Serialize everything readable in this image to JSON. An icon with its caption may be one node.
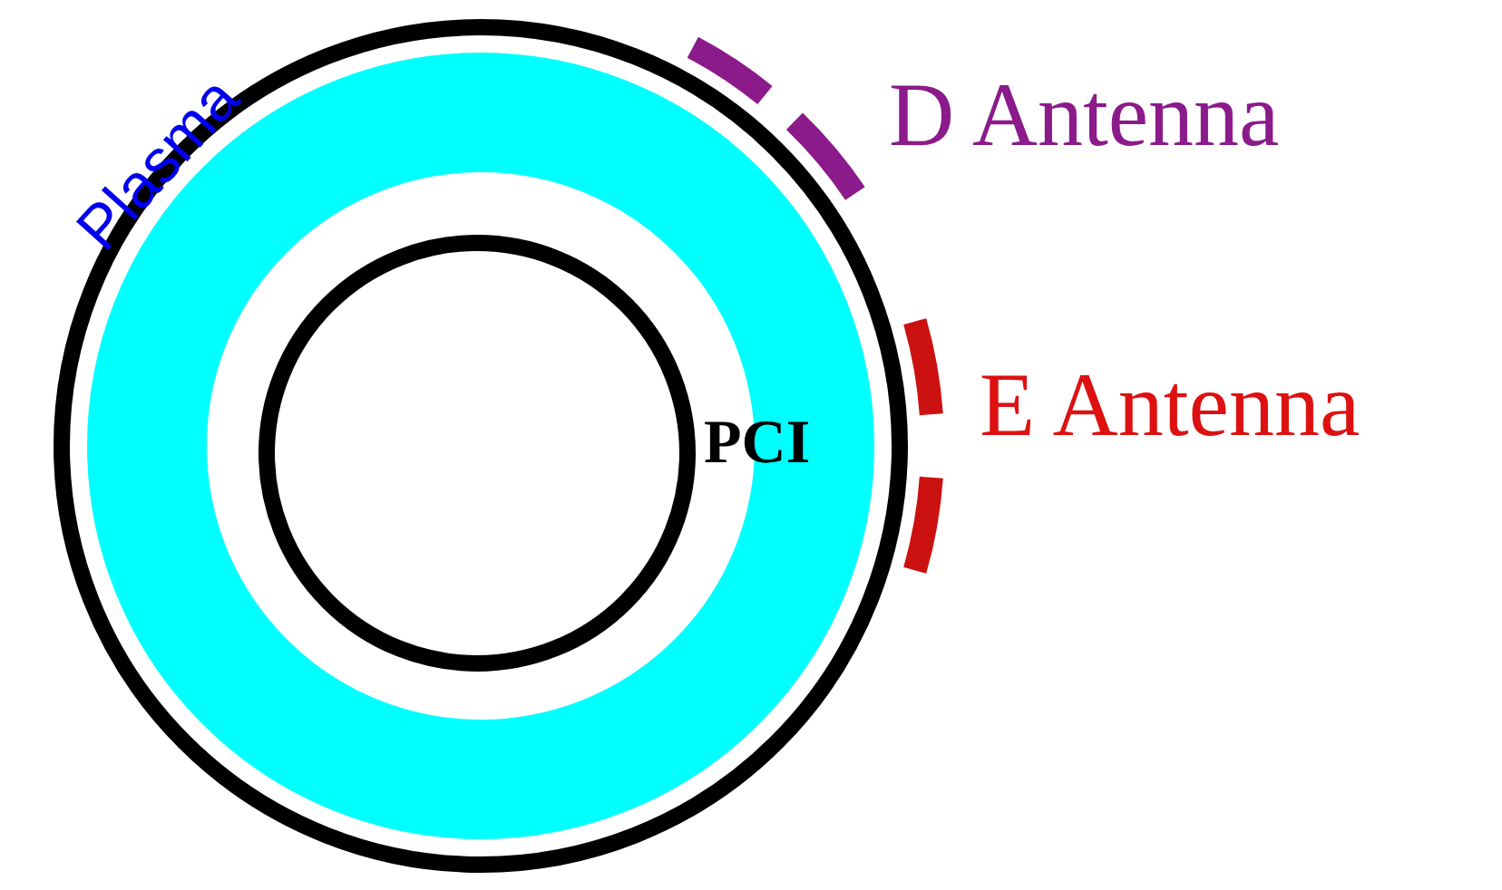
{
  "diagram": {
    "labels": [
      "Plasma",
      "PCI",
      "D Antenna",
      "E Antenna"
    ]
  }
}
